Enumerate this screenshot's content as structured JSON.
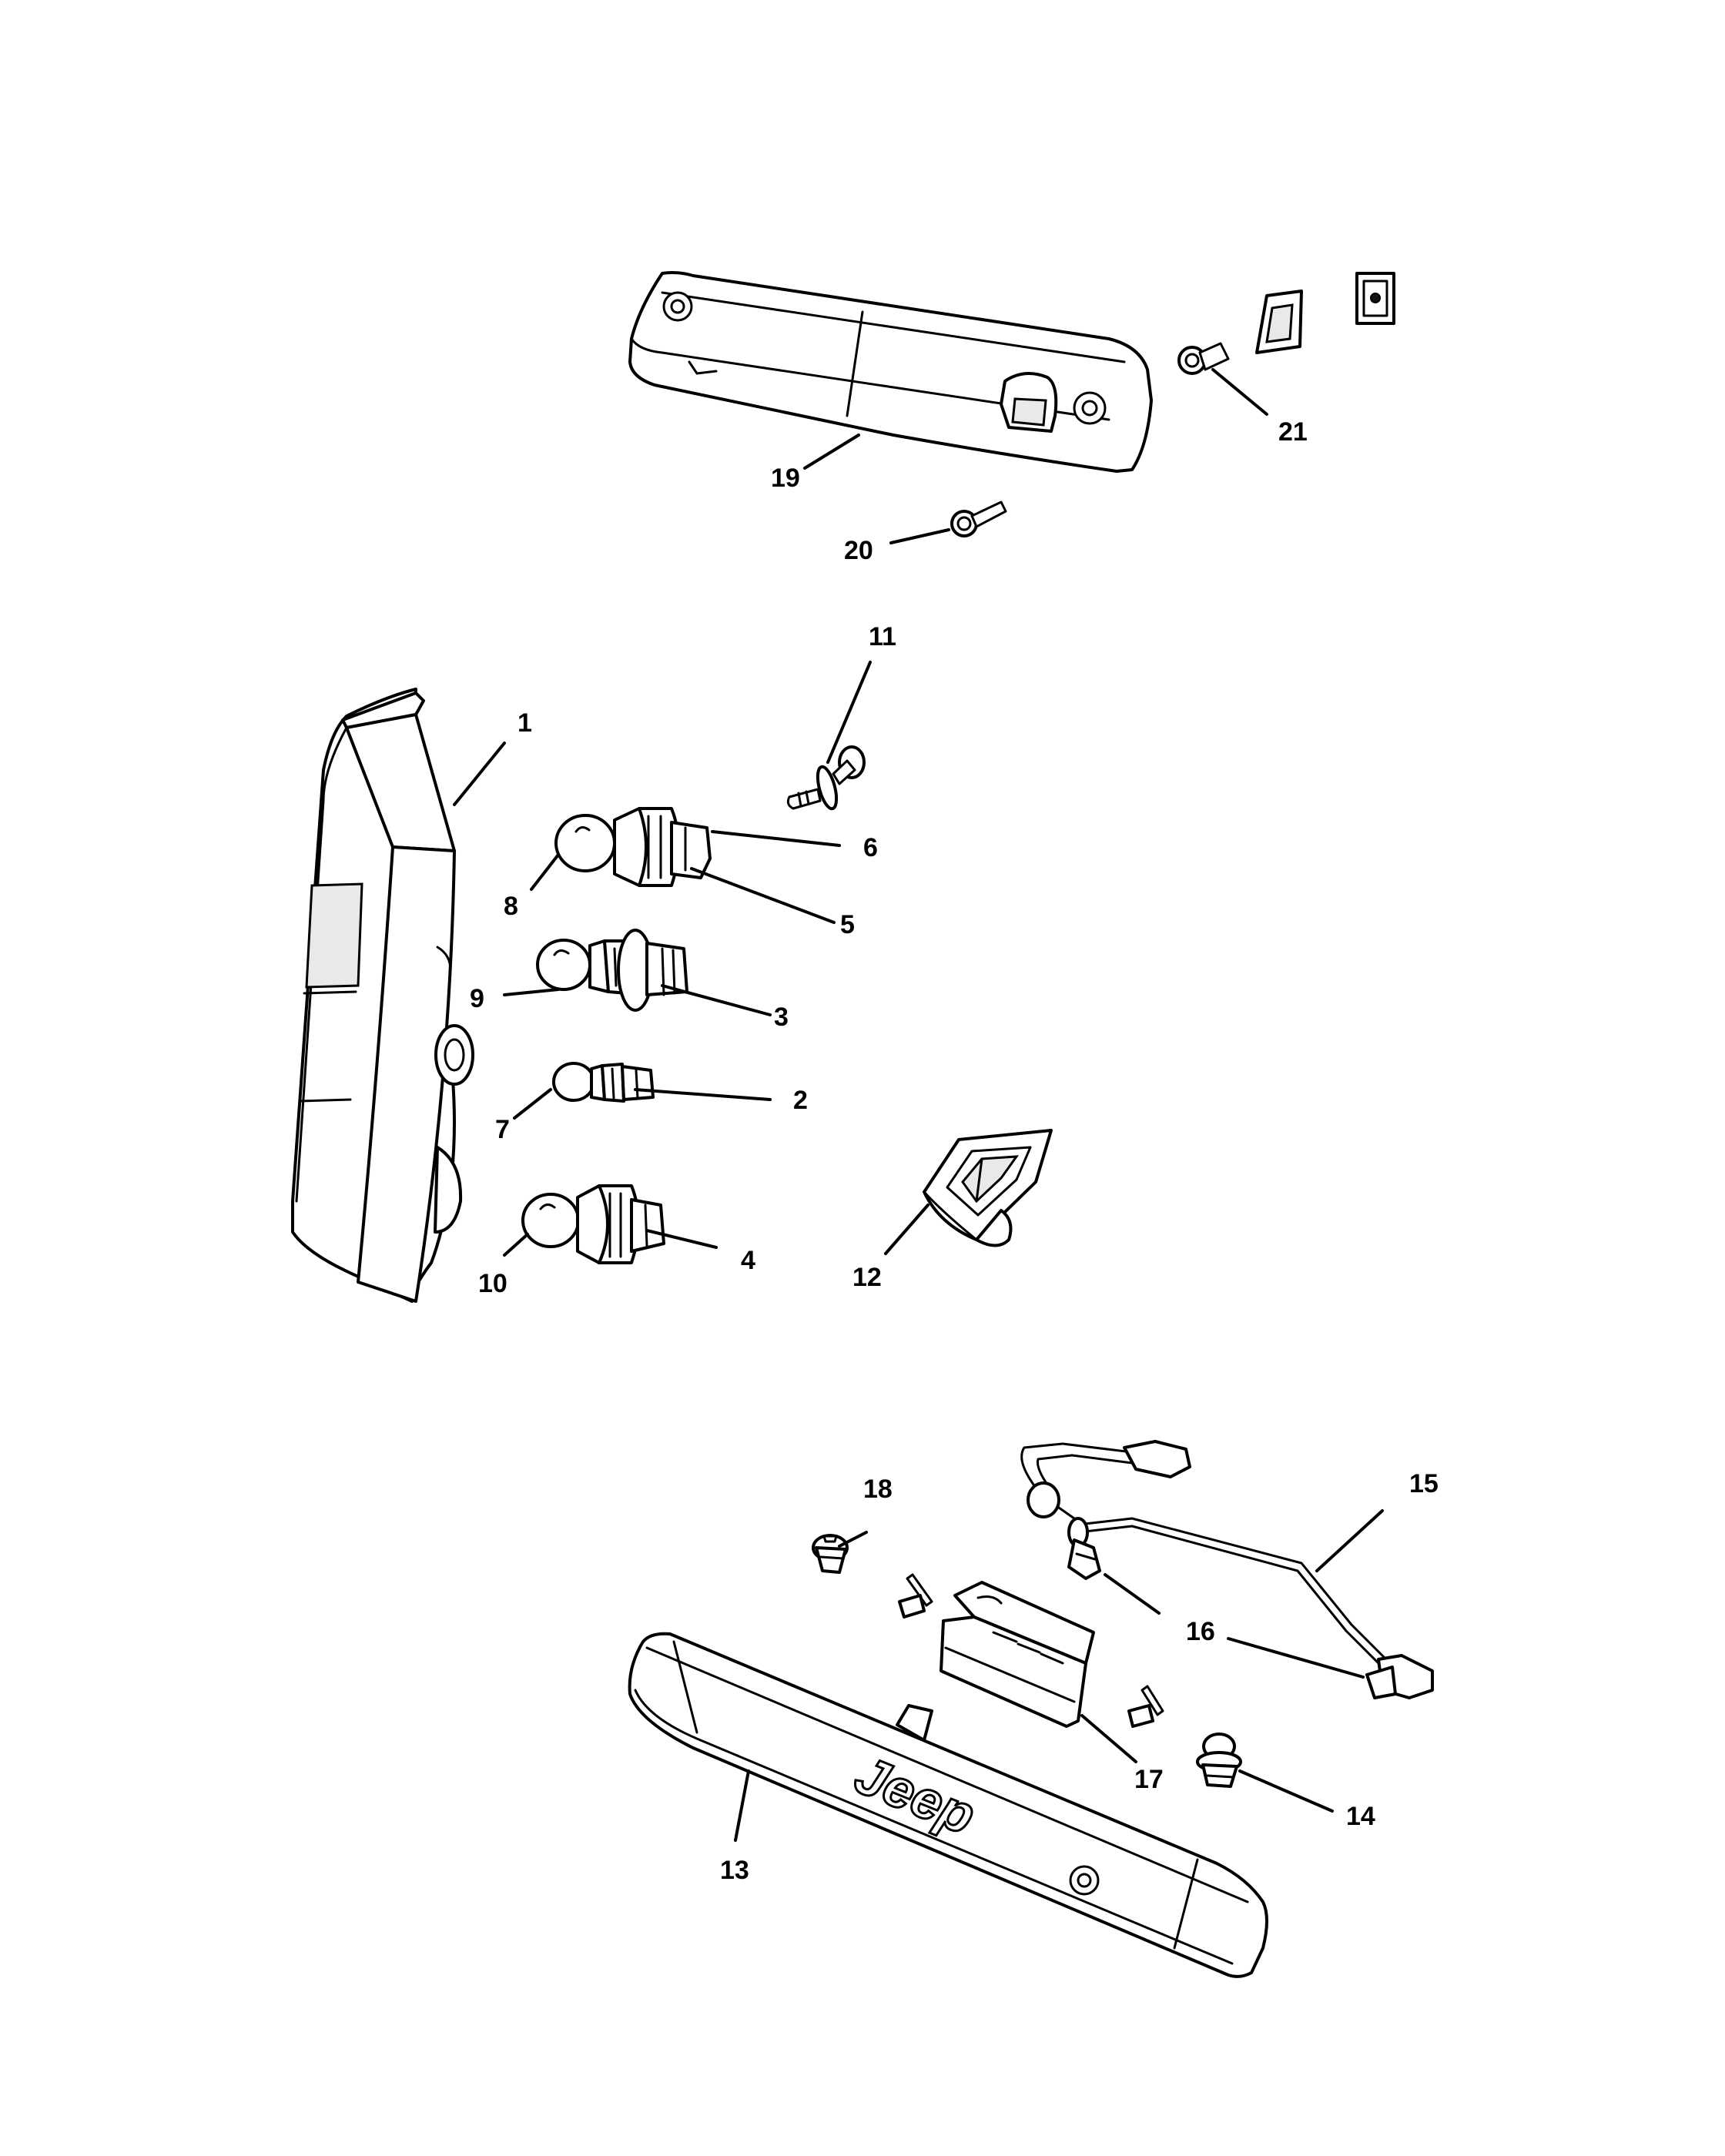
{
  "callouts": {
    "c1": "1",
    "c2": "2",
    "c3": "3",
    "c4": "4",
    "c5": "5",
    "c6": "6",
    "c7": "7",
    "c8": "8",
    "c9": "9",
    "c10": "10",
    "c11": "11",
    "c12": "12",
    "c13": "13",
    "c14": "14",
    "c15": "15",
    "c16": "16",
    "c17": "17",
    "c18": "18",
    "c19": "19",
    "c20": "20",
    "c21": "21"
  },
  "logo_text": "Jeep"
}
